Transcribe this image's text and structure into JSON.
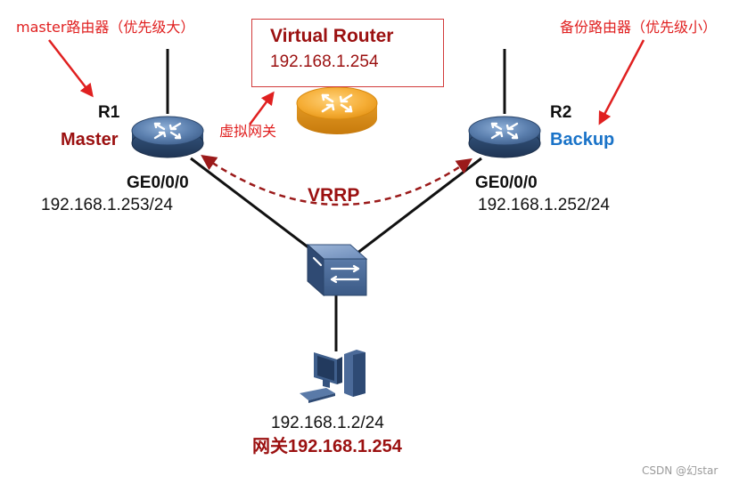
{
  "annotations": {
    "master_note": "master路由器（优先级大）",
    "backup_note": "备份路由器（优先级小）",
    "virtual_gateway_note": "虚拟网关"
  },
  "virtual_router": {
    "title": "Virtual Router",
    "ip": "192.168.1.254"
  },
  "routers": [
    {
      "id": "R1",
      "role": "Master",
      "role_color": "#9b1010",
      "interface": "GE0/0/0",
      "ip": "192.168.1.253/24"
    },
    {
      "id": "R2",
      "role": "Backup",
      "role_color": "#1a73c8",
      "interface": "GE0/0/0",
      "ip": "192.168.1.252/24"
    }
  ],
  "protocol": {
    "label": "VRRP",
    "arrow_color": "#9b1a1a"
  },
  "host": {
    "ip": "192.168.1.2/24",
    "gateway": "网关192.168.1.254"
  },
  "watermark": "CSDN @幻star",
  "colors": {
    "annotation_red": "#e02020",
    "router_blue": "#3d5f8a",
    "virtual_router_orange": "#f2a427",
    "switch_blue": "#4a6894"
  }
}
